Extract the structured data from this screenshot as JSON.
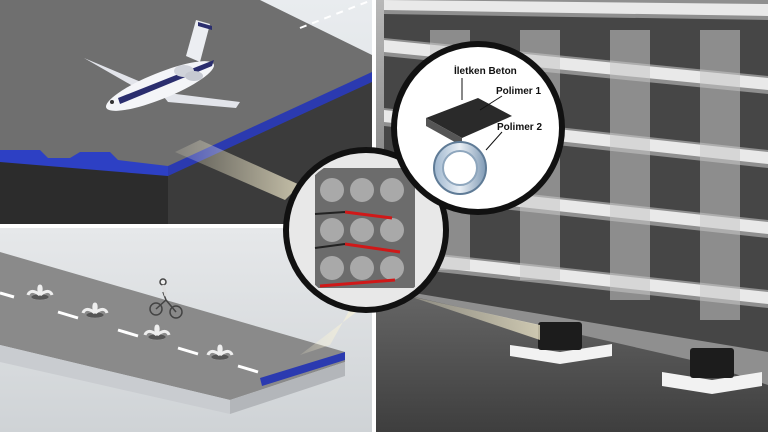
{
  "callout_labels": {
    "conductive_concrete": "İletken Beton",
    "polymer_1": "Polimer 1",
    "polymer_2": "Polimer 2"
  },
  "colors": {
    "accent_blue": "#2b3ab0",
    "concrete_gray": "#7a7a7a",
    "panel_bg": "#e6e6e6",
    "building_gray": "#8c8c8c"
  },
  "panels": [
    {
      "id": "runway",
      "icon": "airplane-icon"
    },
    {
      "id": "bike-path",
      "icon": "cyclist-icon"
    },
    {
      "id": "building",
      "icon": "building-icon"
    }
  ]
}
